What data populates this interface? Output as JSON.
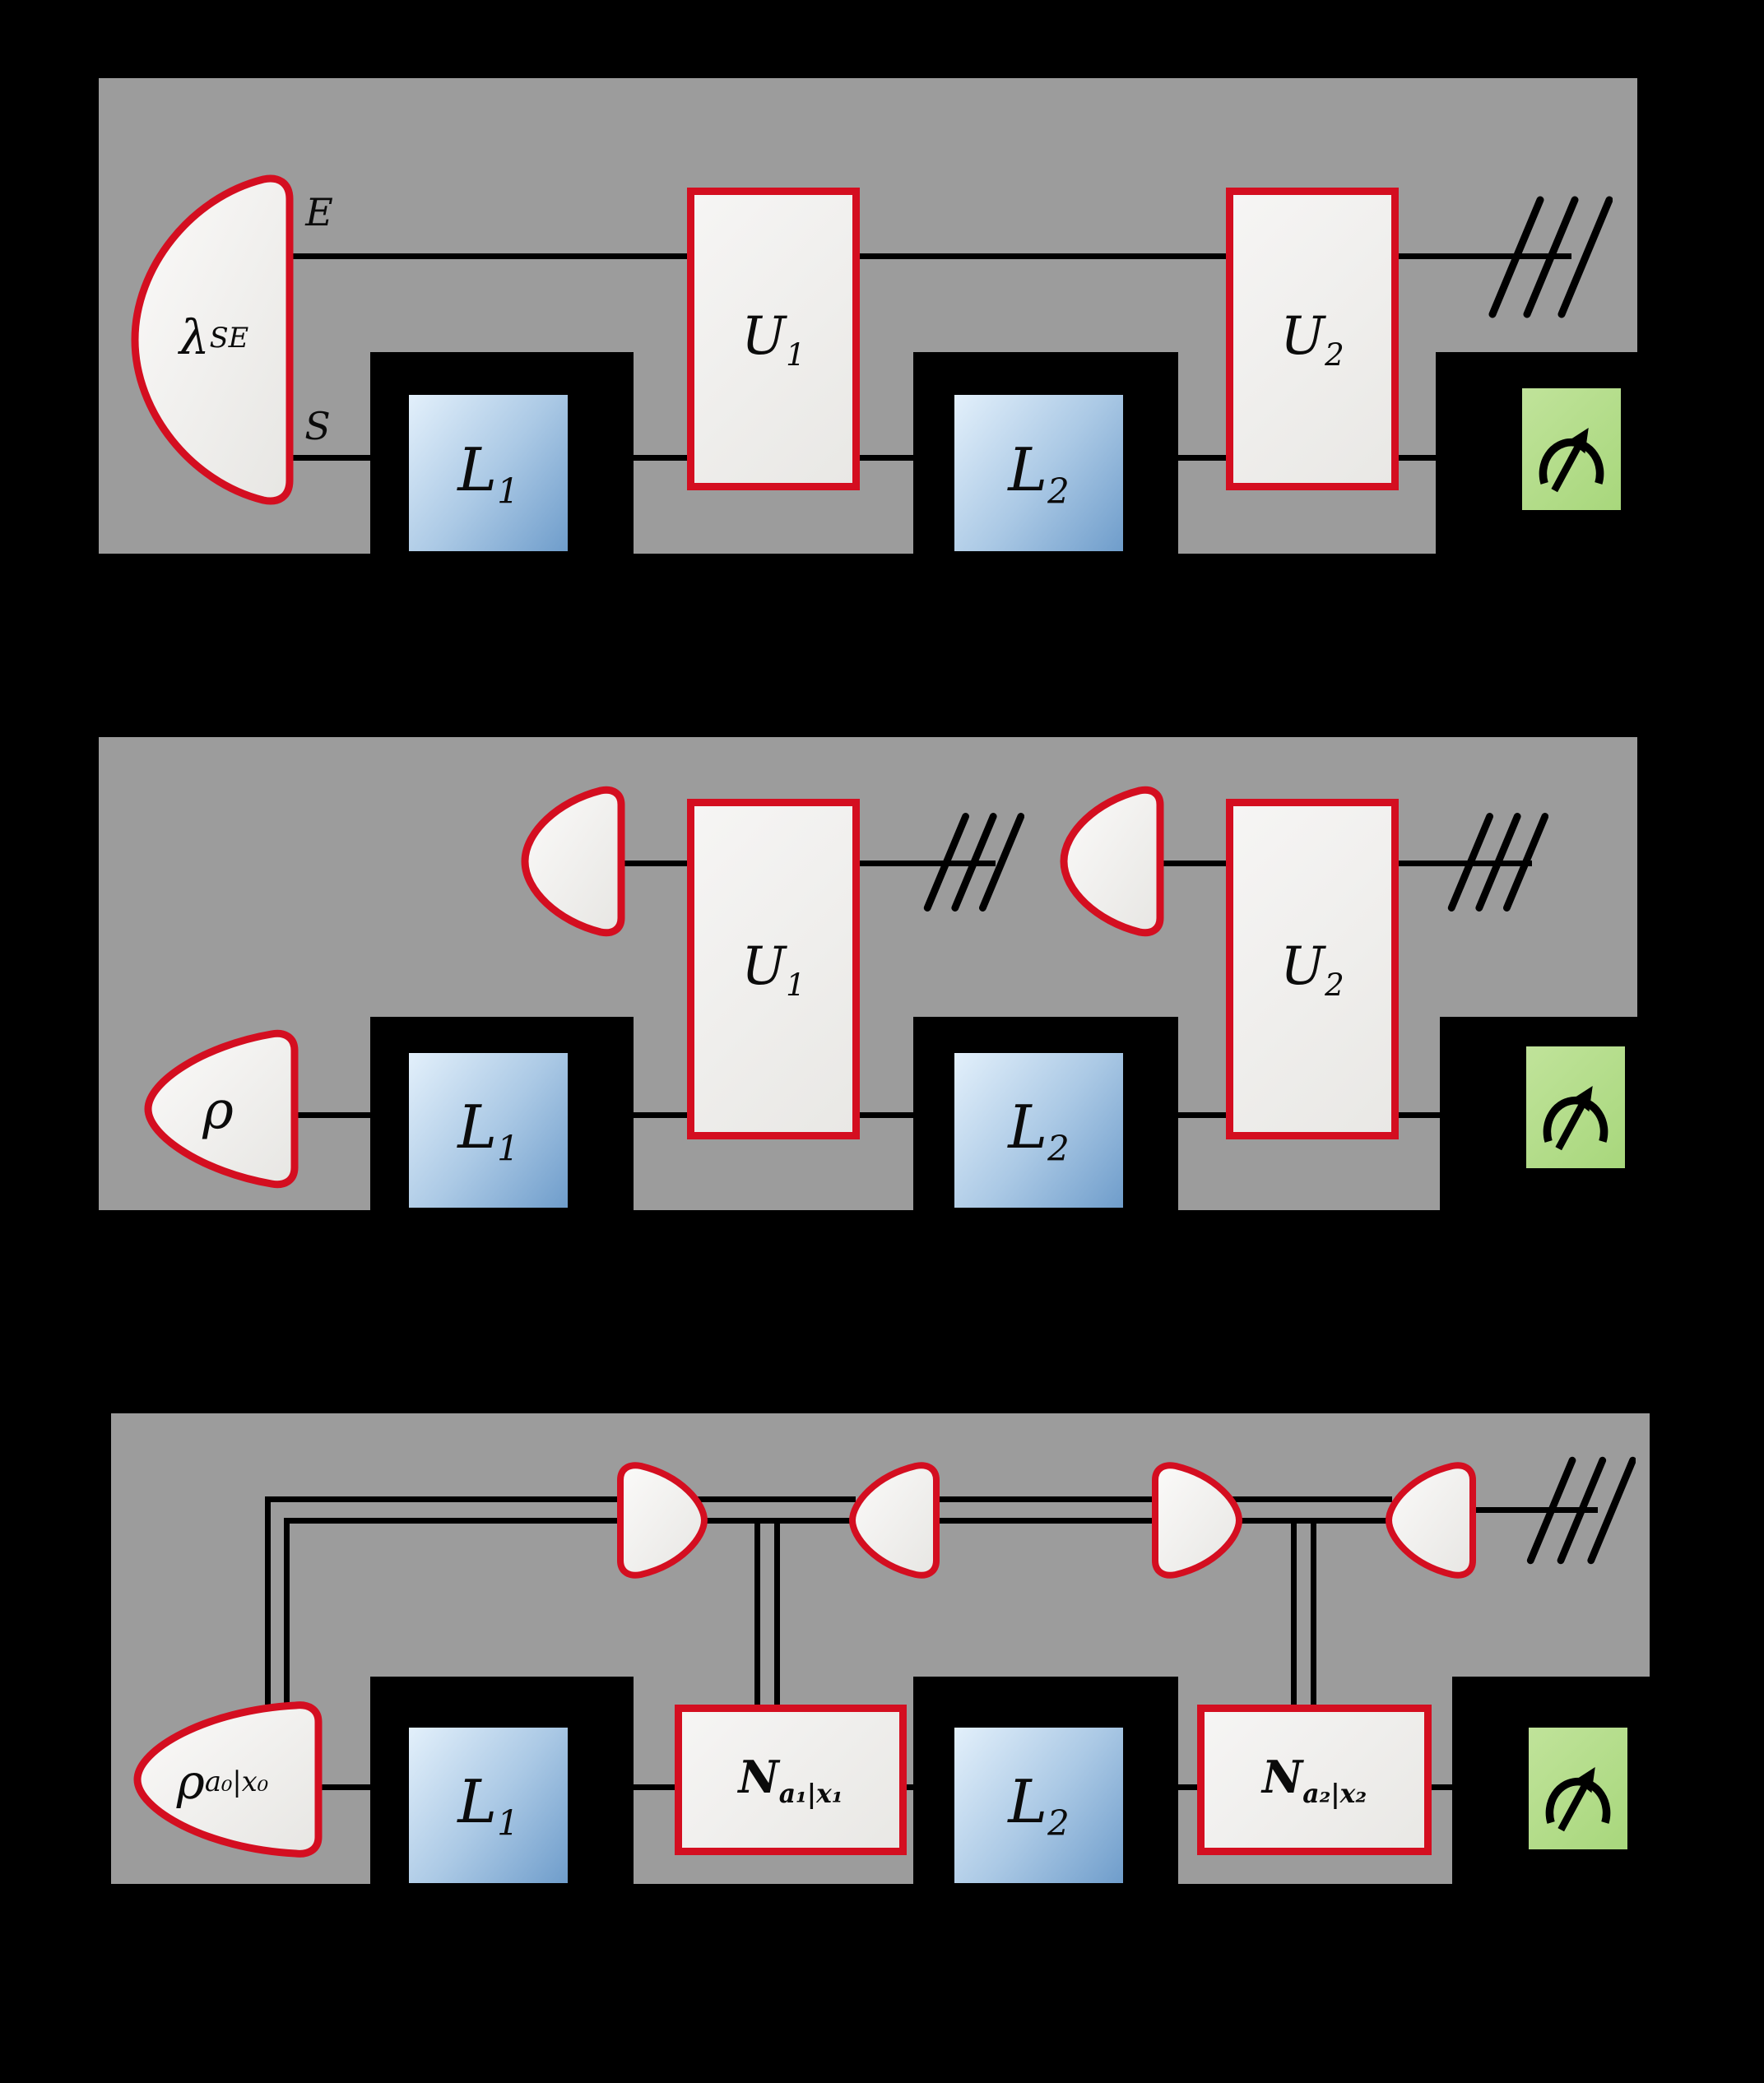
{
  "figure": {
    "panel_a": {
      "state": {
        "main": "λ",
        "sub": "SE"
      },
      "env_wire_label": "E",
      "sys_wire_label": "S",
      "lab1": {
        "main": "L",
        "sub": "1"
      },
      "lab2": {
        "main": "L",
        "sub": "2"
      },
      "uni1": {
        "main": "U",
        "sub": "1"
      },
      "uni2": {
        "main": "U",
        "sub": "2"
      }
    },
    "panel_b": {
      "state": {
        "main": "ρ",
        "sub": ""
      },
      "lab1": {
        "main": "L",
        "sub": "1"
      },
      "lab2": {
        "main": "L",
        "sub": "2"
      },
      "uni1": {
        "main": "U",
        "sub": "1"
      },
      "uni2": {
        "main": "U",
        "sub": "2"
      }
    },
    "panel_c": {
      "state": {
        "main": "ρ",
        "sub": "a₀|x₀"
      },
      "lab1": {
        "main": "L",
        "sub": "1"
      },
      "lab2": {
        "main": "L",
        "sub": "2"
      },
      "instr1": {
        "main": "N",
        "sub": "a₁|x₁"
      },
      "instr2": {
        "main": "N",
        "sub": "a₂|x₂"
      }
    },
    "icons": {
      "measurement": "meter-icon",
      "discard": "discard-icon"
    },
    "colors": {
      "background": "#000000",
      "panel_gray": "#9c9c9c",
      "accent_red": "#d40e20",
      "box_blue_light": "#e3f0fb",
      "box_blue_dark": "#6f9dcb",
      "measure_green": "#b2dd87",
      "shape_fill": "#f1f0ee"
    }
  }
}
